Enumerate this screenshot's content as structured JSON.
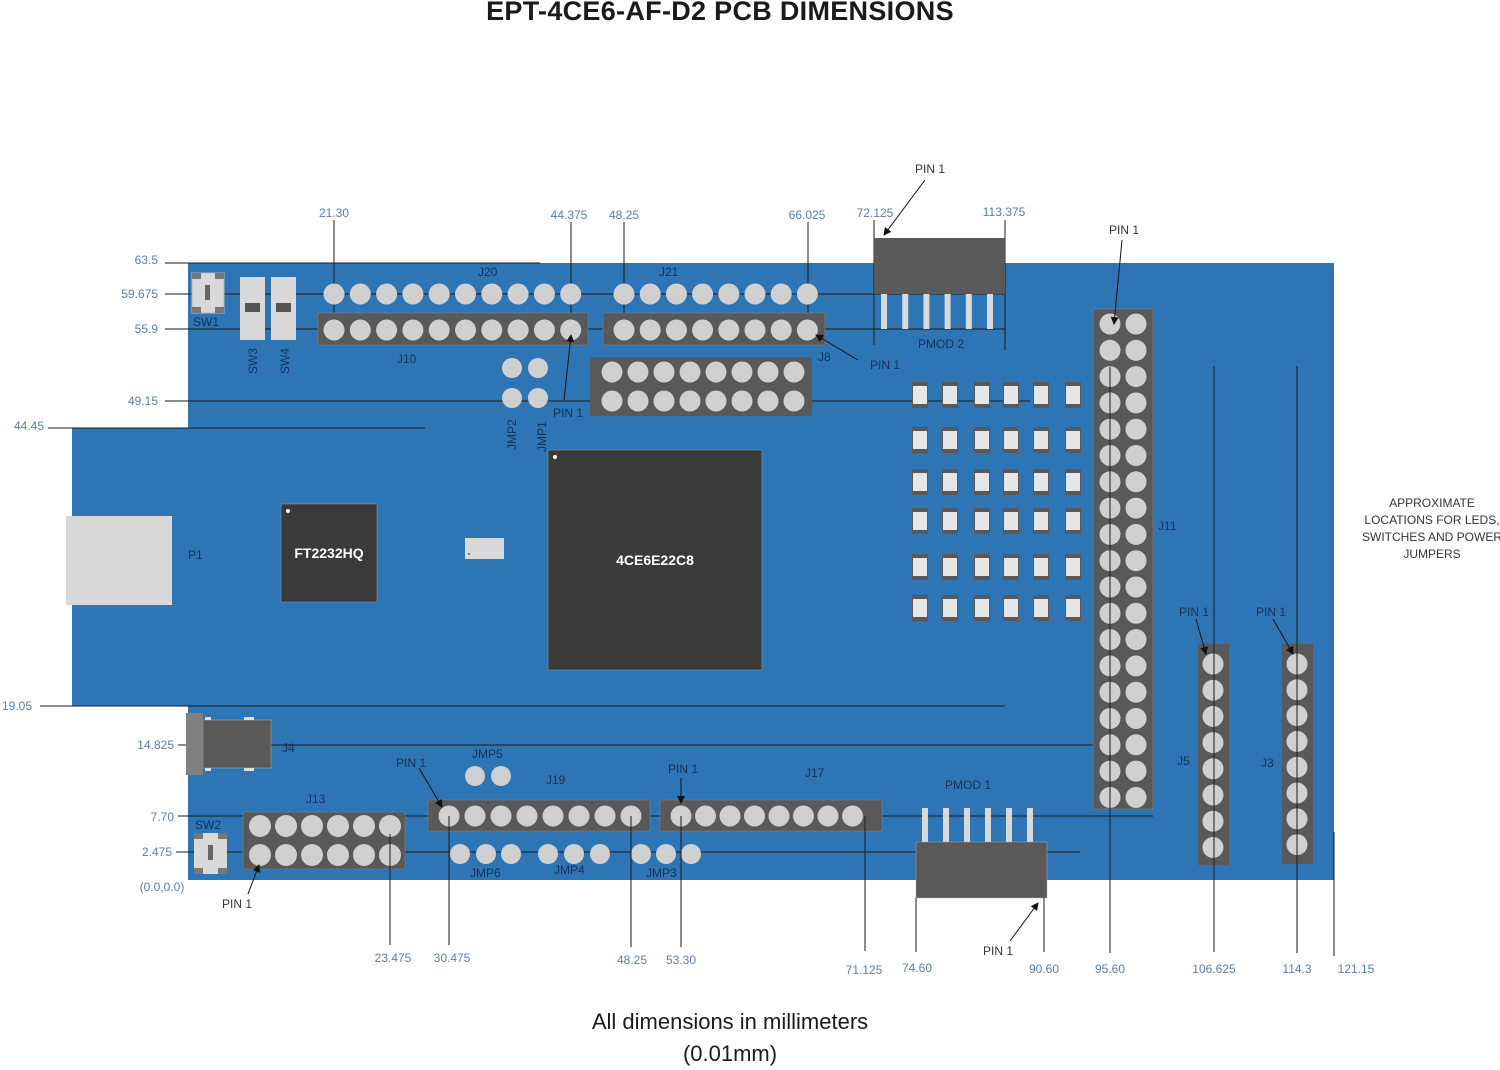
{
  "title": "EPT-4CE6-AF-D2 PCB DIMENSIONS",
  "footer": {
    "line1": "All dimensions in millimeters",
    "line2": "(0.01mm)"
  },
  "note": [
    "APPROXIMATE",
    "LOCATIONS FOR LEDS,",
    "SWITCHES AND POWER",
    "JUMPERS"
  ],
  "colors": {
    "board": "#2e75b6",
    "connector": "#595959",
    "pad": "#d0d0d0",
    "chip": "#3a3a3a",
    "dimension_text": "#5b7ea6",
    "label_text": "#12325a"
  },
  "origin_label": "(0.0,0.0)",
  "y_dimensions": [
    "63.5",
    "59.675",
    "55.9",
    "49.15",
    "44.45",
    "19.05",
    "14.825",
    "7.70",
    "2.475"
  ],
  "x_dimensions_top": [
    "21.30",
    "44.375",
    "48.25",
    "66.025",
    "72.125",
    "113.375"
  ],
  "x_dimensions_bottom": [
    "23.475",
    "30.475",
    "48.25",
    "53.30",
    "71.125",
    "74.60",
    "90.60",
    "95.60",
    "106.625",
    "114.3",
    "121.15"
  ],
  "components": {
    "sw1": "SW1",
    "sw2": "SW2",
    "sw3": "SW3",
    "sw4": "SW4",
    "j20": "J20",
    "j10": "J10",
    "j21": "J21",
    "j8": "J8",
    "pmod2": "PMOD 2",
    "pmod1": "PMOD 1",
    "jmp1": "JMP1",
    "jmp2": "JMP2",
    "jmp3": "JMP3",
    "jmp4": "JMP4",
    "jmp5": "JMP5",
    "jmp6": "JMP6",
    "p1": "P1",
    "j4": "J4",
    "j13": "J13",
    "j19": "J19",
    "j17": "J17",
    "j11": "J11",
    "j5": "J5",
    "j3": "J3",
    "ft_chip": "FT2232HQ",
    "fpga_chip": "4CE6E22C8"
  },
  "pin1_label": "PIN 1"
}
